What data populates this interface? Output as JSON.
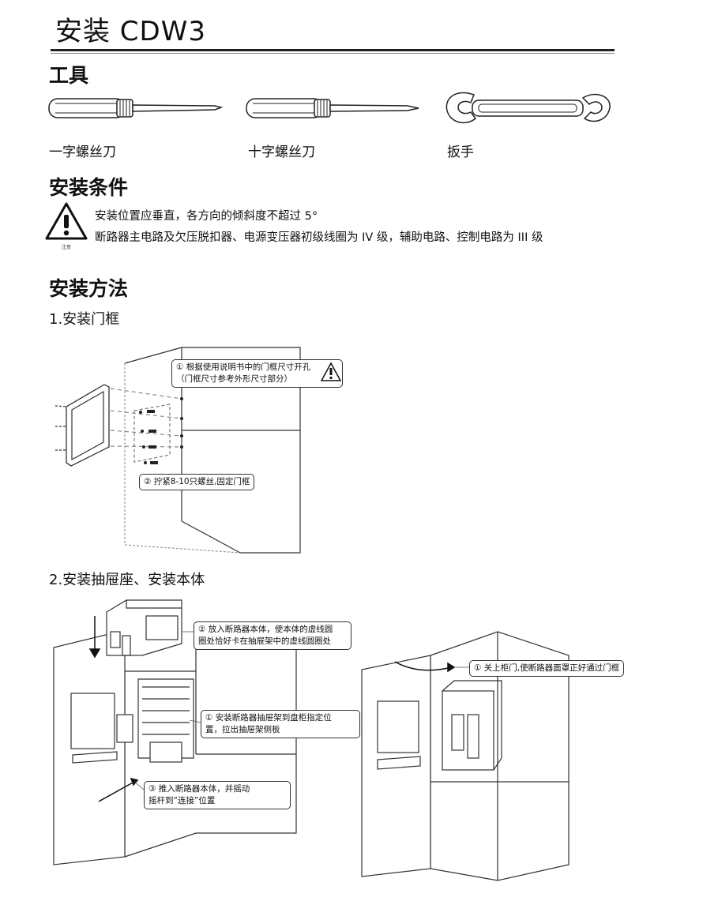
{
  "page": {
    "title": "安装 CDW3"
  },
  "tools": {
    "heading": "工具",
    "items": [
      {
        "label": "一字螺丝刀",
        "icon": "flat-screwdriver-icon"
      },
      {
        "label": "十字螺丝刀",
        "icon": "phillips-screwdriver-icon"
      },
      {
        "label": "扳手",
        "icon": "wrench-icon"
      }
    ]
  },
  "conditions": {
    "heading": "安装条件",
    "warning_icon": "warning-triangle-icon",
    "warning_caption": "注意",
    "lines": [
      "安装位置应垂直，各方向的倾斜度不超过 5°",
      "断路器主电路及欠压脱扣器、电源变压器初级线圈为 IV 级，辅助电路、控制电路为 III 级"
    ]
  },
  "method": {
    "heading": "安装方法",
    "step1": {
      "title": "1.安装门框",
      "callout1_line1": "① 根据使用说明书中的门框尺寸开孔",
      "callout1_line2": "（门框尺寸参考外形尺寸部分）",
      "callout2": "② 拧紧8-10只螺丝,固定门框"
    },
    "step2": {
      "title": "2.安装抽屉座、安装本体",
      "callout_place_line1": "② 放入断路器本体，使本体的虚线圆",
      "callout_place_line2": "圈处恰好卡在抽屉架中的虚线圆圈处",
      "callout_install_line1": "① 安装断路器抽屉架到盘柜指定位",
      "callout_install_line2": "置，拉出抽屉架侧板",
      "callout_push_line1": "③ 推入断路器本体，并摇动",
      "callout_push_line2": "摇杆到“连接”位置",
      "callout_close": "① 关上柜门,使断路器面罩正好通过门框"
    }
  }
}
